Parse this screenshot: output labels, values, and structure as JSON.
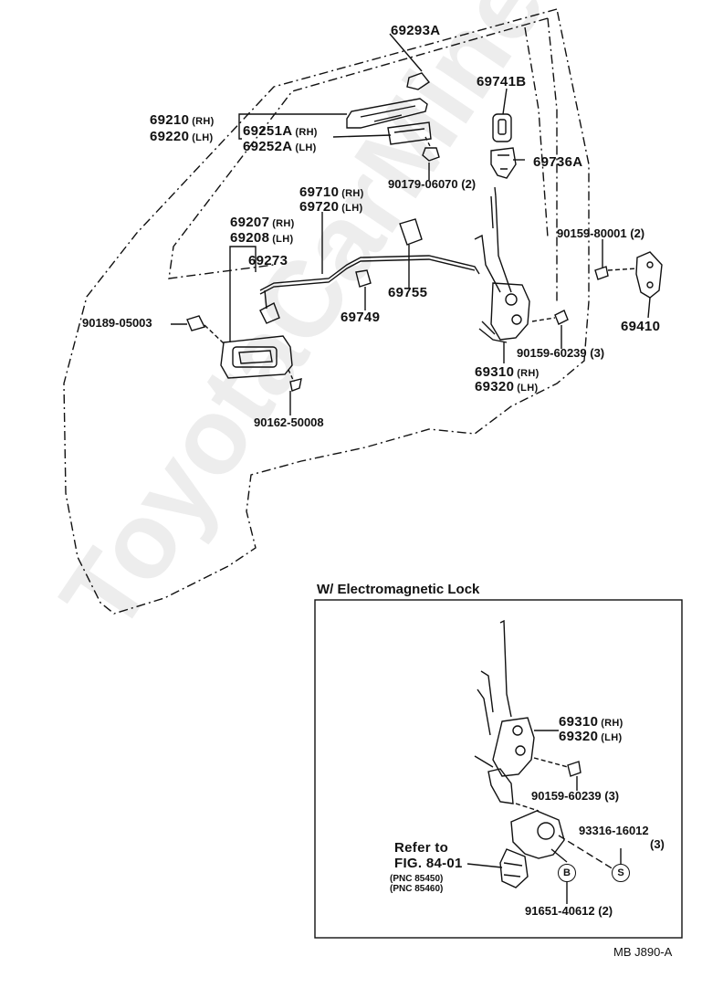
{
  "labels": {
    "l69293A": "69293A",
    "l69741B": "69741B",
    "l69210": "69210",
    "l69220": "69220",
    "l69251A": "69251A",
    "l69252A": "69252A",
    "rh": "(RH)",
    "lh": "(LH)",
    "l90179": "90179-06070 (2)",
    "l69736A": "69736A",
    "l69710": "69710",
    "l69720": "69720",
    "l69207": "69207",
    "l69208": "69208",
    "l69273": "69273",
    "l90159_80001": "90159-80001 (2)",
    "l69755": "69755",
    "l69749": "69749",
    "l69410": "69410",
    "l90189": "90189-05003",
    "l90159_60239": "90159-60239 (3)",
    "l69310": "69310",
    "l69320": "69320",
    "l90162": "90162-50008"
  },
  "inset": {
    "title": "W/ Electromagnetic Lock",
    "l69310": "69310",
    "l69320": "69320",
    "rh": "(RH)",
    "lh": "(LH)",
    "l90159_60239": "90159-60239 (3)",
    "l93316": "93316-16012",
    "l93316_qty": "(3)",
    "refer_to": "Refer to",
    "fig": "FIG. 84-01",
    "pnc1": "(PNC 85450)",
    "pnc2": "(PNC 85460)",
    "circle_b": "B",
    "circle_s": "S",
    "l91651": "91651-40612 (2)"
  },
  "code": "MB  J890-A",
  "watermark": "ToyotaCarMine.ru"
}
